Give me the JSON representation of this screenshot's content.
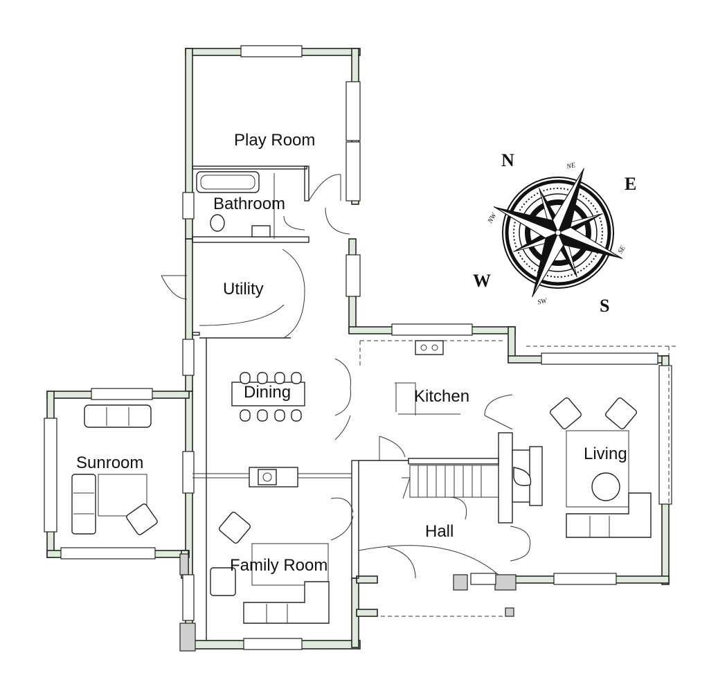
{
  "rooms": {
    "play_room": "Play Room",
    "bathroom": "Bathroom",
    "utility": "Utility",
    "dining": "Dining",
    "kitchen": "Kitchen",
    "sunroom": "Sunroom",
    "living": "Living",
    "hall": "Hall",
    "family_room": "Family Room"
  },
  "compass": {
    "north": "N",
    "east": "E",
    "south": "S",
    "west": "W",
    "northeast": "NE",
    "northwest": "NW",
    "southeast": "SE",
    "southwest": "SW"
  },
  "colors": {
    "wall_fill": "#dfe9dc",
    "line": "#222222",
    "background": "#ffffff"
  }
}
